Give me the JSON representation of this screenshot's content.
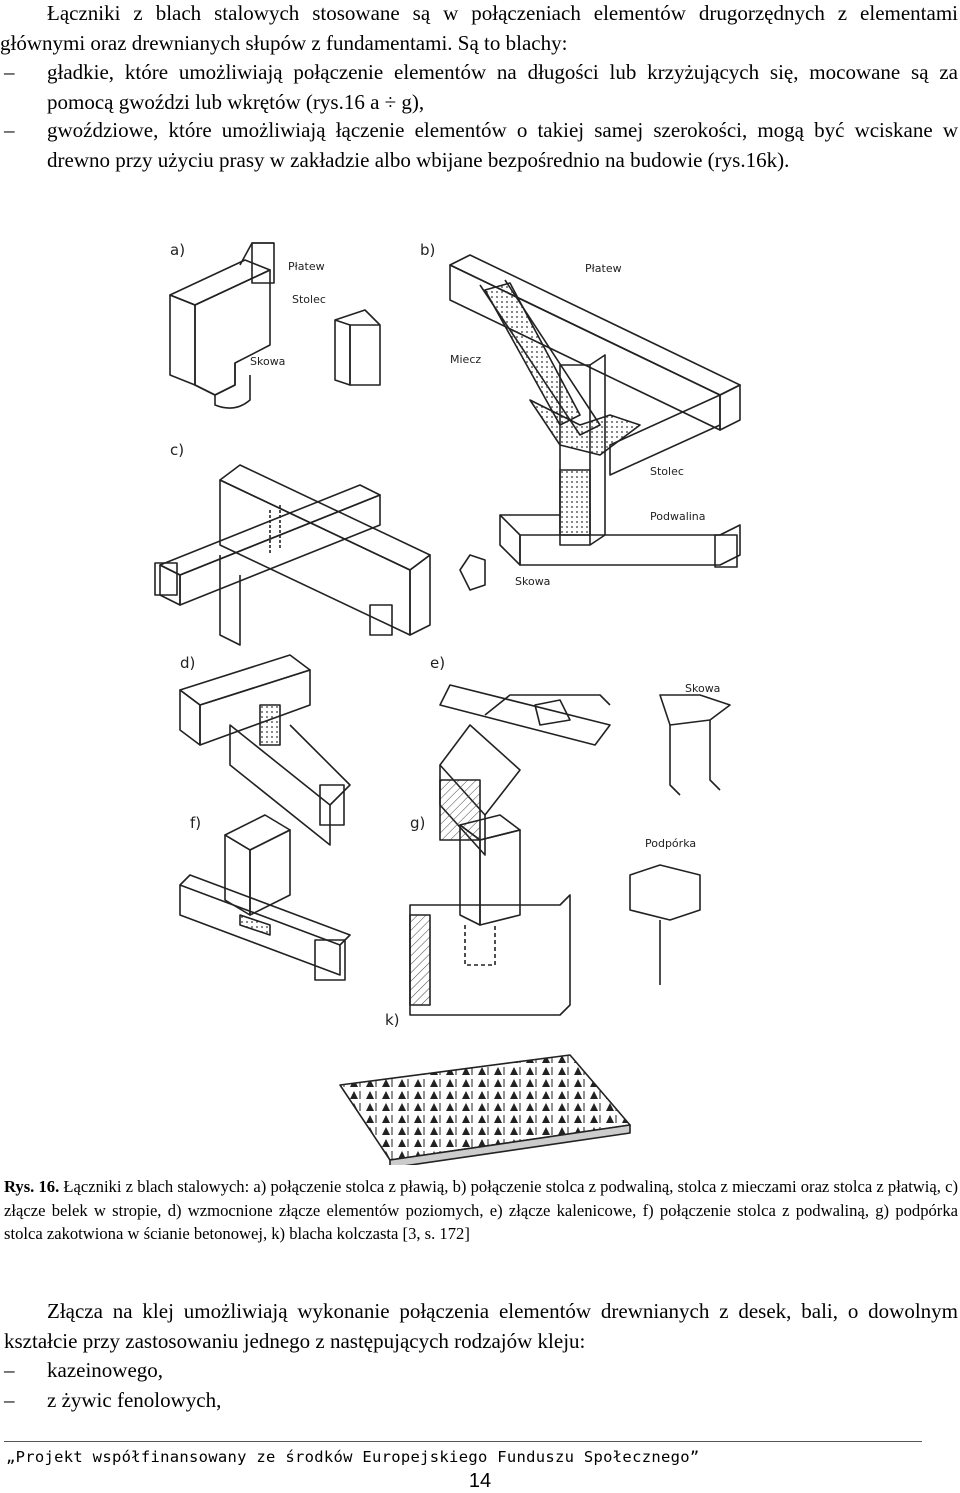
{
  "intro": "Łączniki z blach stalowych stosowane są w połączeniach elementów drugorzędnych z elementami głównymi oraz drewnianych słupów z fundamentami. Są to blachy:",
  "list1": [
    {
      "dash": "–",
      "text": "gładkie, które umożliwiają połączenie elementów na długości lub krzyżujących się, mocowane są za pomocą gwoździ lub wkrętów (rys.16 a ÷ g),"
    },
    {
      "dash": "–",
      "text": "gwoździowe, które umożliwiają łączenie elementów o takiej samej szerokości, mogą być wciskane w drewno przy użyciu prasy w zakładzie albo wbijane bezpośrednio na budowie (rys.16k)."
    }
  ],
  "figure": {
    "letters": {
      "a": "a)",
      "b": "b)",
      "c": "c)",
      "d": "d)",
      "e": "e)",
      "f": "f)",
      "g": "g)",
      "k": "k)"
    },
    "labels": {
      "a_platew": "Płatew",
      "a_stolec": "Stolec",
      "a_skowa": "Skowa",
      "b_platew": "Płatew",
      "b_miecz": "Miecz",
      "b_stolec": "Stolec",
      "b_podwalina": "Podwalina",
      "b_skowa": "Skowa",
      "e_skowa": "Skowa",
      "g_podporka": "Podpórka"
    }
  },
  "caption": {
    "label": "Rys. 16.",
    "text": " Łączniki z blach stalowych: a) połączenie stolca z pławią, b) połączenie stolca z podwaliną, stolca z mieczami oraz stolca z płatwią, c) złącze belek w stropie, d) wzmocnione złącze elementów poziomych, e) złącze kalenicowe,   f) połączenie stolca z podwaliną, g) podpórka stolca zakotwiona w ścianie betonowej, k) blacha kolczasta [3, s. 172]"
  },
  "para2": "Złącza na klej umożliwiają wykonanie połączenia elementów drewnianych z desek, bali, o dowolnym kształcie przy zastosowaniu jednego z następujących rodzajów kleju:",
  "list2": [
    {
      "dash": "–",
      "text": "kazeinowego,"
    },
    {
      "dash": "–",
      "text": "z żywic fenolowych,"
    }
  ],
  "footer": "„Projekt współfinansowany ze środków Europejskiego Funduszu Społecznego”",
  "page_number": "14"
}
